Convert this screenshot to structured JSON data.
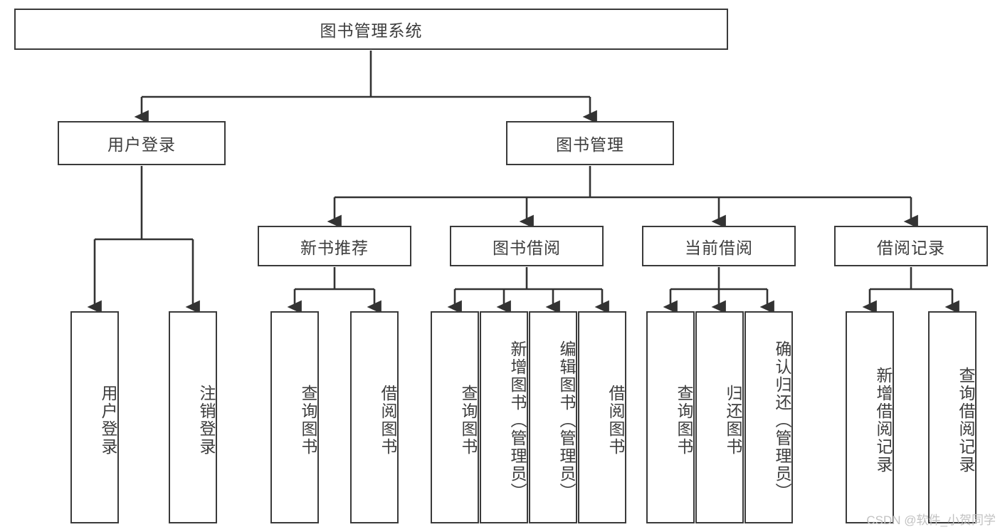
{
  "diagram": {
    "title": "图书管理系统",
    "type": "tree-hierarchy-diagram",
    "colors": {
      "box_border": "#3a3a3a",
      "box_fill": "#ffffff",
      "connector": "#333333",
      "text": "#3d3d3d",
      "watermark": "#c2c2c2",
      "background": "#ffffff"
    },
    "root": {
      "label": "图书管理系统"
    },
    "level2": [
      {
        "label": "用户登录"
      },
      {
        "label": "图书管理"
      }
    ],
    "level3": [
      {
        "label": "新书推荐"
      },
      {
        "label": "图书借阅"
      },
      {
        "label": "当前借阅"
      },
      {
        "label": "借阅记录"
      }
    ],
    "leaves": {
      "user_login": [
        {
          "label": "用户登录"
        },
        {
          "label": "注销登录"
        }
      ],
      "new_book_recommend": [
        {
          "label": "查询图书"
        },
        {
          "label": "借阅图书"
        }
      ],
      "book_borrow": [
        {
          "label": "查询图书"
        },
        {
          "label": "新增图书（管理员）"
        },
        {
          "label": "编辑图书（管理员）"
        },
        {
          "label": "借阅图书"
        }
      ],
      "current_borrow": [
        {
          "label": "查询图书"
        },
        {
          "label": "归还图书"
        },
        {
          "label": "确认归还（管理员）"
        }
      ],
      "borrow_record": [
        {
          "label": "新增借阅记录"
        },
        {
          "label": "查询借阅记录"
        }
      ]
    }
  },
  "watermark": {
    "text": "CSDN @软件_小贺同学"
  }
}
